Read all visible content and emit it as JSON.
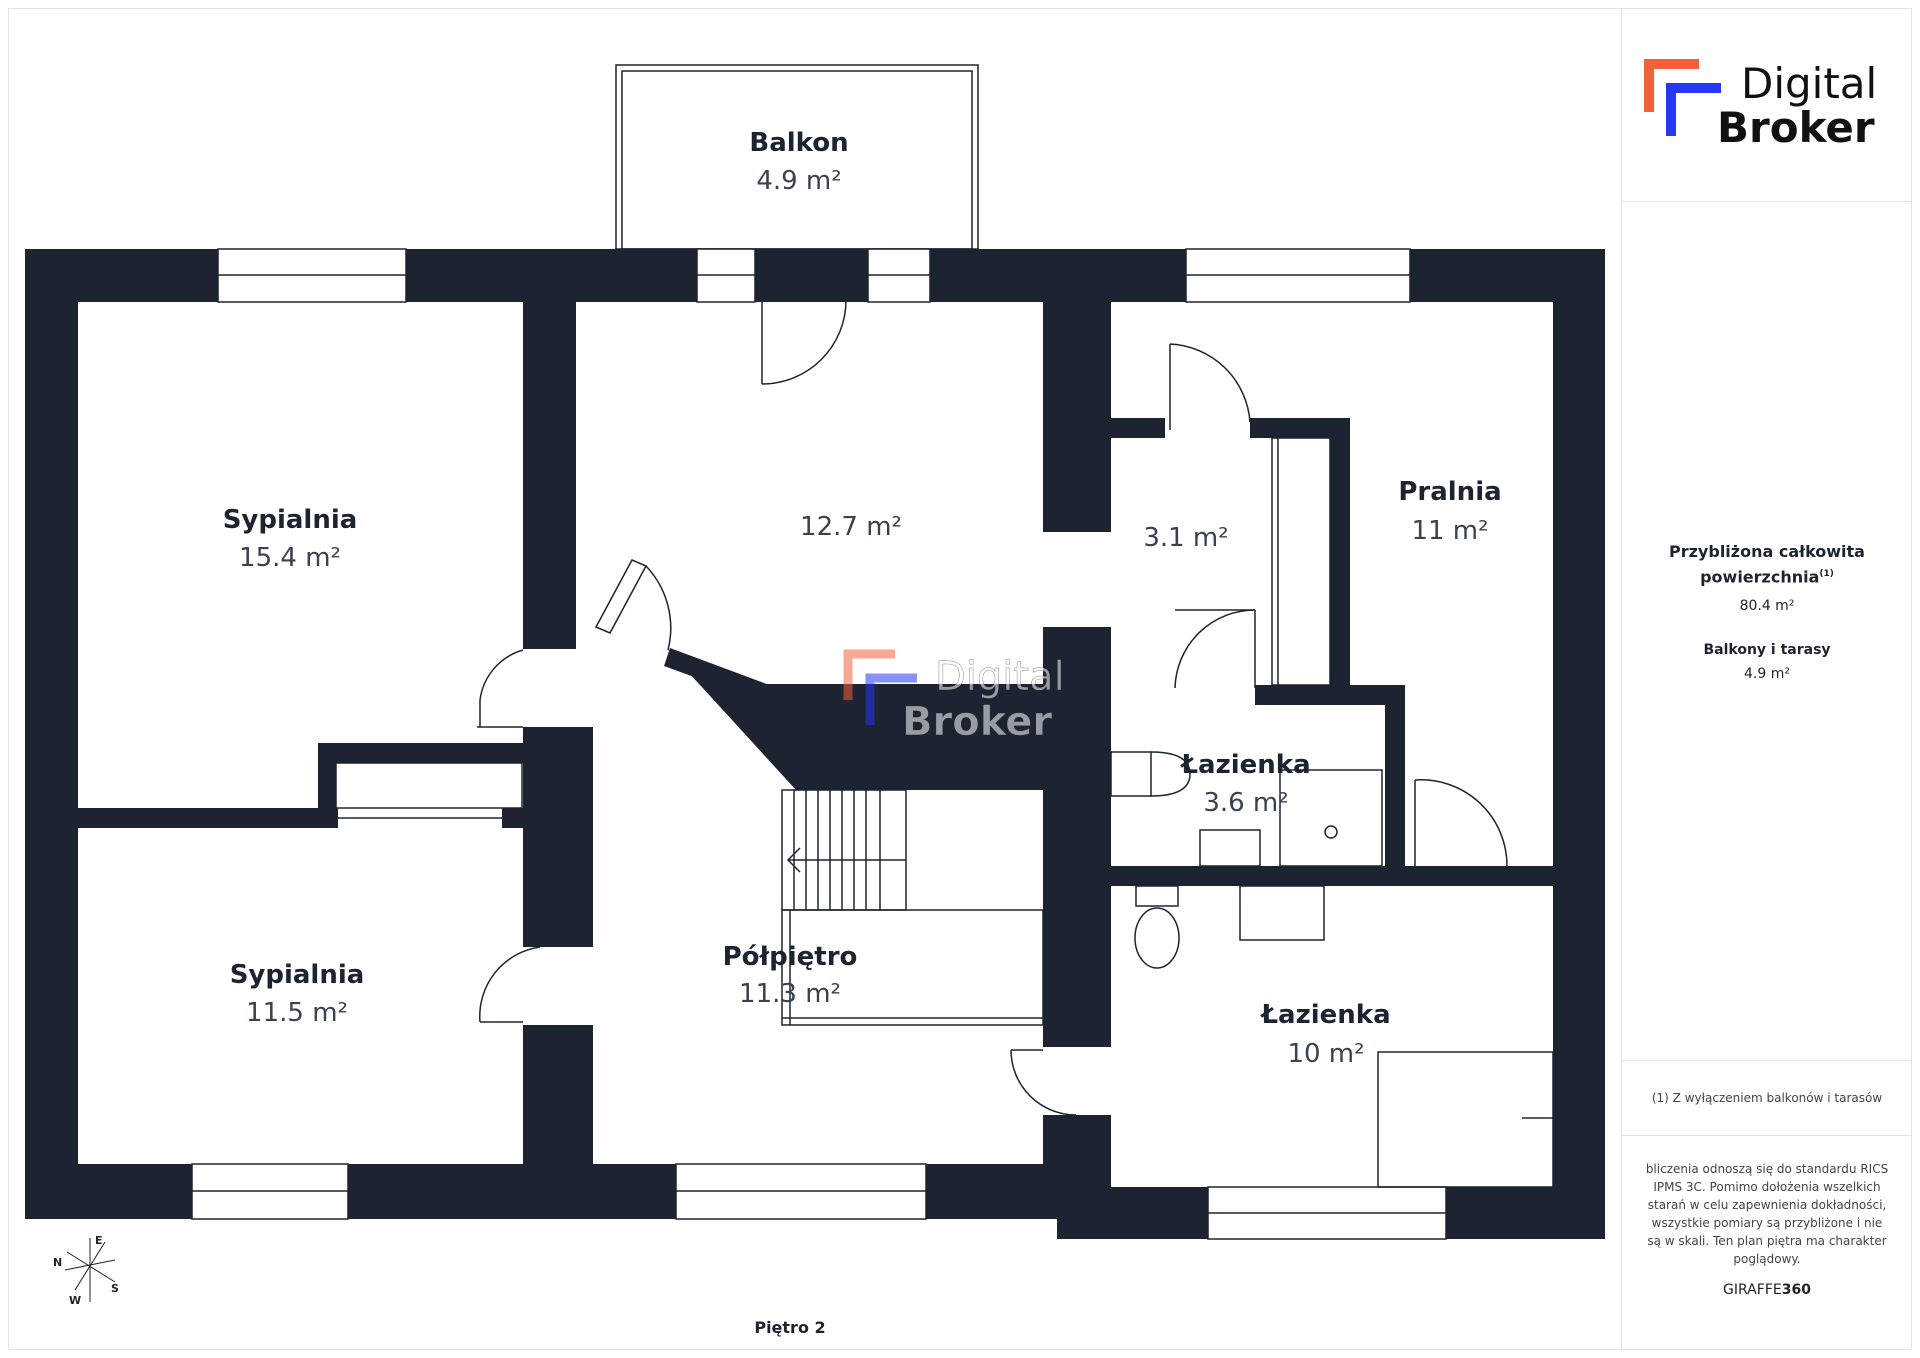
{
  "brand": {
    "line1": "Digital",
    "line2": "Broker",
    "accent_orange": "#f2623a",
    "accent_blue": "#2438f5",
    "text_color": "#111111"
  },
  "rooms": [
    {
      "id": "balkon",
      "name": "Balkon",
      "area": "4.9 m²"
    },
    {
      "id": "sypialnia-1",
      "name": "Sypialnia",
      "area": "15.4 m²"
    },
    {
      "id": "hall",
      "name": "",
      "area": "12.7 m²"
    },
    {
      "id": "closet",
      "name": "",
      "area": "3.1 m²"
    },
    {
      "id": "pralnia",
      "name": "Pralnia",
      "area": "11 m²"
    },
    {
      "id": "lazienka-small",
      "name": "Łazienka",
      "area": "3.6 m²"
    },
    {
      "id": "sypialnia-2",
      "name": "Sypialnia",
      "area": "11.5 m²"
    },
    {
      "id": "polpietro",
      "name": "Półpiętro",
      "area": "11.3 m²"
    },
    {
      "id": "lazienka-big",
      "name": "Łazienka",
      "area": "10 m²"
    }
  ],
  "sidebar": {
    "total_title_line1": "Przybliżona całkowita",
    "total_title_line2": "powierzchnia",
    "total_title_sup": "(1)",
    "total_value": "80.4 m²",
    "balconies_title": "Balkony i tarasy",
    "balconies_value": "4.9 m²",
    "footnote": "(1) Z wyłączeniem balkonów i tarasów",
    "disclaimer": "bliczenia odnoszą się do standardu RICS IPMS 3C. Pomimo dołożenia wszelkich starań w celu zapewnienia dokładności, wszystkie pomiary są przybliżone i nie są w skali. Ten plan piętra ma charakter poglądowy.",
    "credit_prefix": "GIRAFFE",
    "credit_suffix": "360"
  },
  "floor_label": "Piętro 2",
  "compass": {
    "n": "N",
    "e": "E",
    "s": "S",
    "w": "W"
  },
  "colors": {
    "wall": "#1d2330",
    "room_text": "#1d2330",
    "area_text": "#3a4150"
  }
}
